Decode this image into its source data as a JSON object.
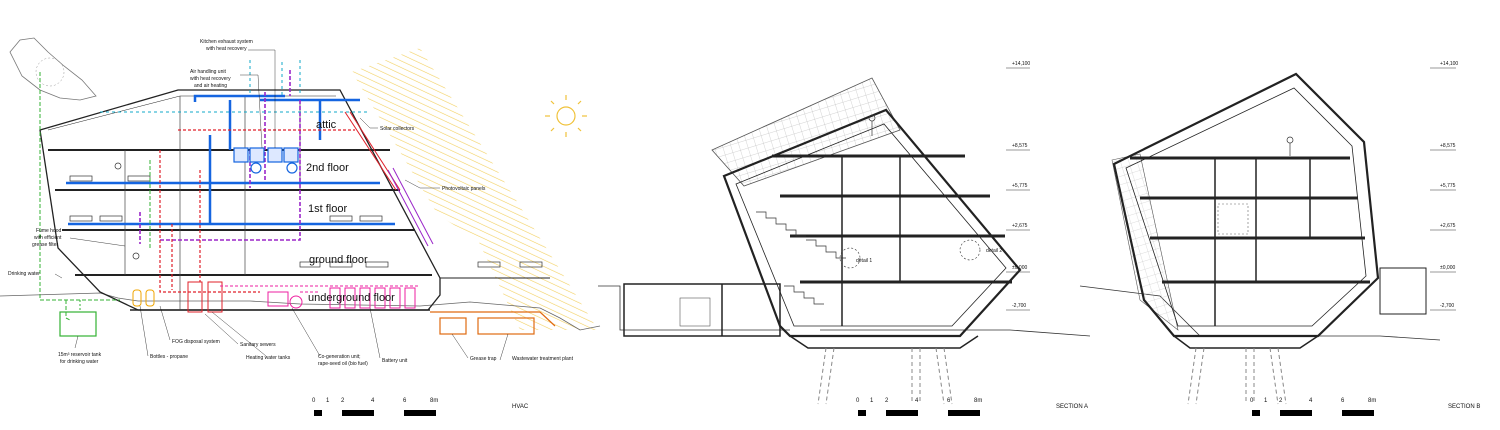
{
  "hvac": {
    "title": "HVAC",
    "floors": {
      "attic": "attic",
      "second": "2nd floor",
      "first": "1st floor",
      "ground": "ground floor",
      "underground": "underground floor"
    },
    "callouts": {
      "kitchen_exhaust_1": "Kitchen exhaust system",
      "kitchen_exhaust_2": "with heat recovery",
      "ahu_1": "Air handling unit",
      "ahu_2": "with heat recovery",
      "ahu_3": "and air heating",
      "solar": "Solar collectors",
      "pv": "Photovoltaic panels",
      "fume_1": "Fume hood",
      "fume_2": "with efficient",
      "fume_3": "grease filter",
      "drinking": "Drinking water",
      "reservoir_1": "15m³ reservoir tank",
      "reservoir_2": "for drinking water",
      "bottles": "Bottles - propane",
      "fog": "FOG disposal system",
      "sewers": "Sanitary sewers",
      "heating_tanks": "Heating water tanks",
      "cogen_1": "Co-generation unit;",
      "cogen_2": "rape-seed oil (bio fuel)",
      "battery": "Battery unit",
      "grease": "Grease trap",
      "wastewater": "Wastewater treatment plant"
    }
  },
  "section_a": {
    "title": "SECTION A",
    "detail_1": "detail 1",
    "detail_2": "detail 2",
    "levels": [
      "+14,100",
      "+8,575",
      "+5,775",
      "+2,675",
      "±0,000",
      "-2,700"
    ]
  },
  "section_b": {
    "title": "SECTION B",
    "levels": [
      "+14,100",
      "+8,575",
      "+5,775",
      "+2,675",
      "±0,000",
      "-2,700"
    ]
  },
  "scale_bar": {
    "ticks": [
      "0",
      "1",
      "2",
      "4",
      "6",
      "8m"
    ]
  },
  "colors": {
    "supply_air": "#1565e0",
    "exhaust_air": "#9b27c9",
    "hot_water": "#e0202a",
    "drinking_water": "#33b233",
    "electric": "#ee1fa0",
    "gas": "#f0a500",
    "sewer": "#e06a10",
    "solar": "#f2d060",
    "fresh_air": "#10a8c8"
  }
}
